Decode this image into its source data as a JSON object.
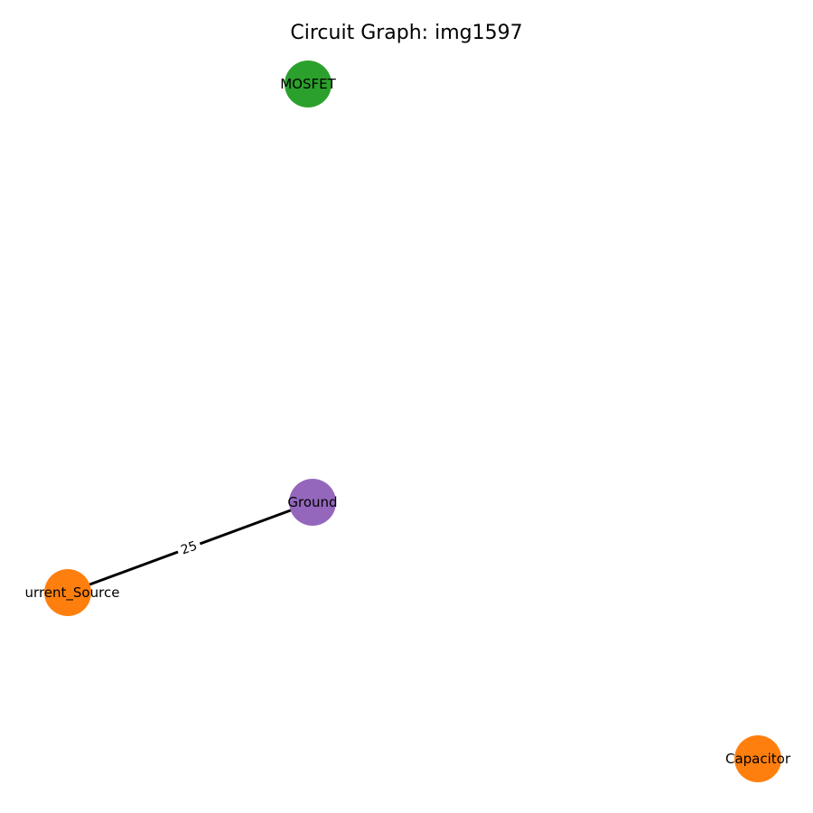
{
  "title": "Circuit Graph: img1597",
  "nodes": [
    {
      "id": "mosfet",
      "label": "MOSFET",
      "color": "#2ca02c"
    },
    {
      "id": "ground",
      "label": "Ground",
      "color": "#9467bd"
    },
    {
      "id": "current_source",
      "label": "urrent_Source",
      "color": "#ff7f0e"
    },
    {
      "id": "capacitor",
      "label": "Capacitor",
      "color": "#ff7f0e"
    }
  ],
  "edges": [
    {
      "from": "current_source",
      "to": "ground",
      "label": "25",
      "color": "#000000"
    }
  ]
}
